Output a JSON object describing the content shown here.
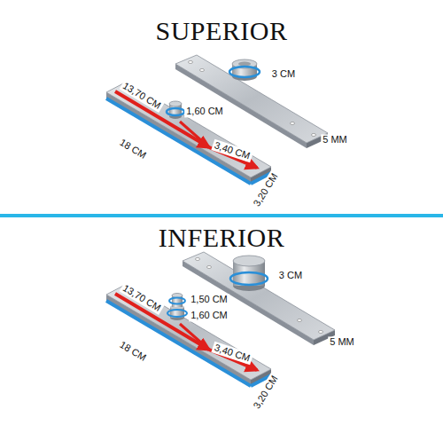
{
  "diagram": {
    "labels": [
      "SUPERIOR",
      "3 CM",
      "13,70 CM",
      "1,60 CM",
      "18 CM",
      "3,40 CM",
      "5 MM",
      "3,20 CM",
      "INFERIOR",
      "3 CM",
      "13,70 CM",
      "1,50 CM",
      "1,60 CM",
      "18 CM",
      "3,40 CM",
      "5 MM",
      "3,20 CM"
    ]
  }
}
